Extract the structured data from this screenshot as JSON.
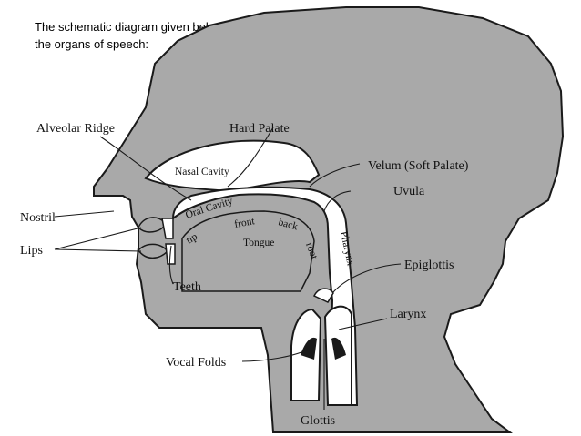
{
  "caption": {
    "line1": "The schematic diagram given below depicts",
    "line2": "the organs of speech:"
  },
  "labels": {
    "alveolar_ridge": "Alveolar Ridge",
    "hard_palate": "Hard Palate",
    "nasal_cavity": "Nasal Cavity",
    "velum": "Velum (Soft Palate)",
    "uvula": "Uvula",
    "nostril": "Nostril",
    "oral_cavity": "Oral Cavity",
    "front": "front",
    "back": "back",
    "tip": "tip",
    "tongue": "Tongue",
    "root": "root",
    "pharynx": "Pharynx",
    "lips": "Lips",
    "teeth": "Teeth",
    "epiglottis": "Epiglottis",
    "larynx": "Larynx",
    "vocal_folds": "Vocal Folds",
    "glottis": "Glottis"
  },
  "colors": {
    "head_fill": "#a9a9a9",
    "cavity_fill": "#ffffff",
    "outline": "#1a1a1a"
  }
}
